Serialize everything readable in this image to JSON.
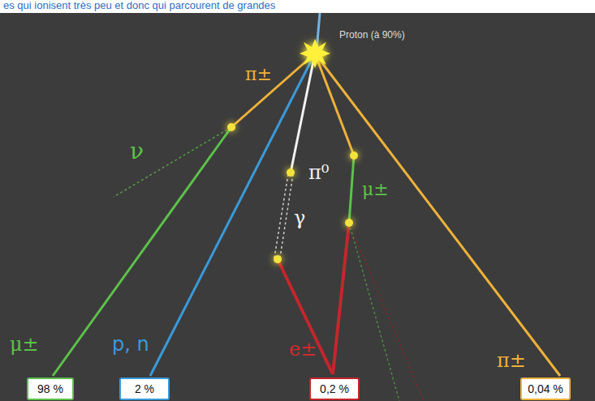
{
  "diagram": {
    "nodes": [
      {
        "text": [
          "98 %"
        ]
      },
      {
        "text": [
          "2 %"
        ]
      },
      {
        "text": [
          "0,2 %"
        ]
      },
      {
        "text": [
          "0,04 %"
        ]
      }
    ],
    "labels": [
      "es qui ionisent très peu et donc qui parcourent de grandes",
      "Proton (à 90%)",
      "π±",
      "ν",
      "π⁰",
      "γ",
      "μ±",
      "μ±",
      "p, n",
      "e±",
      "π±"
    ]
  }
}
